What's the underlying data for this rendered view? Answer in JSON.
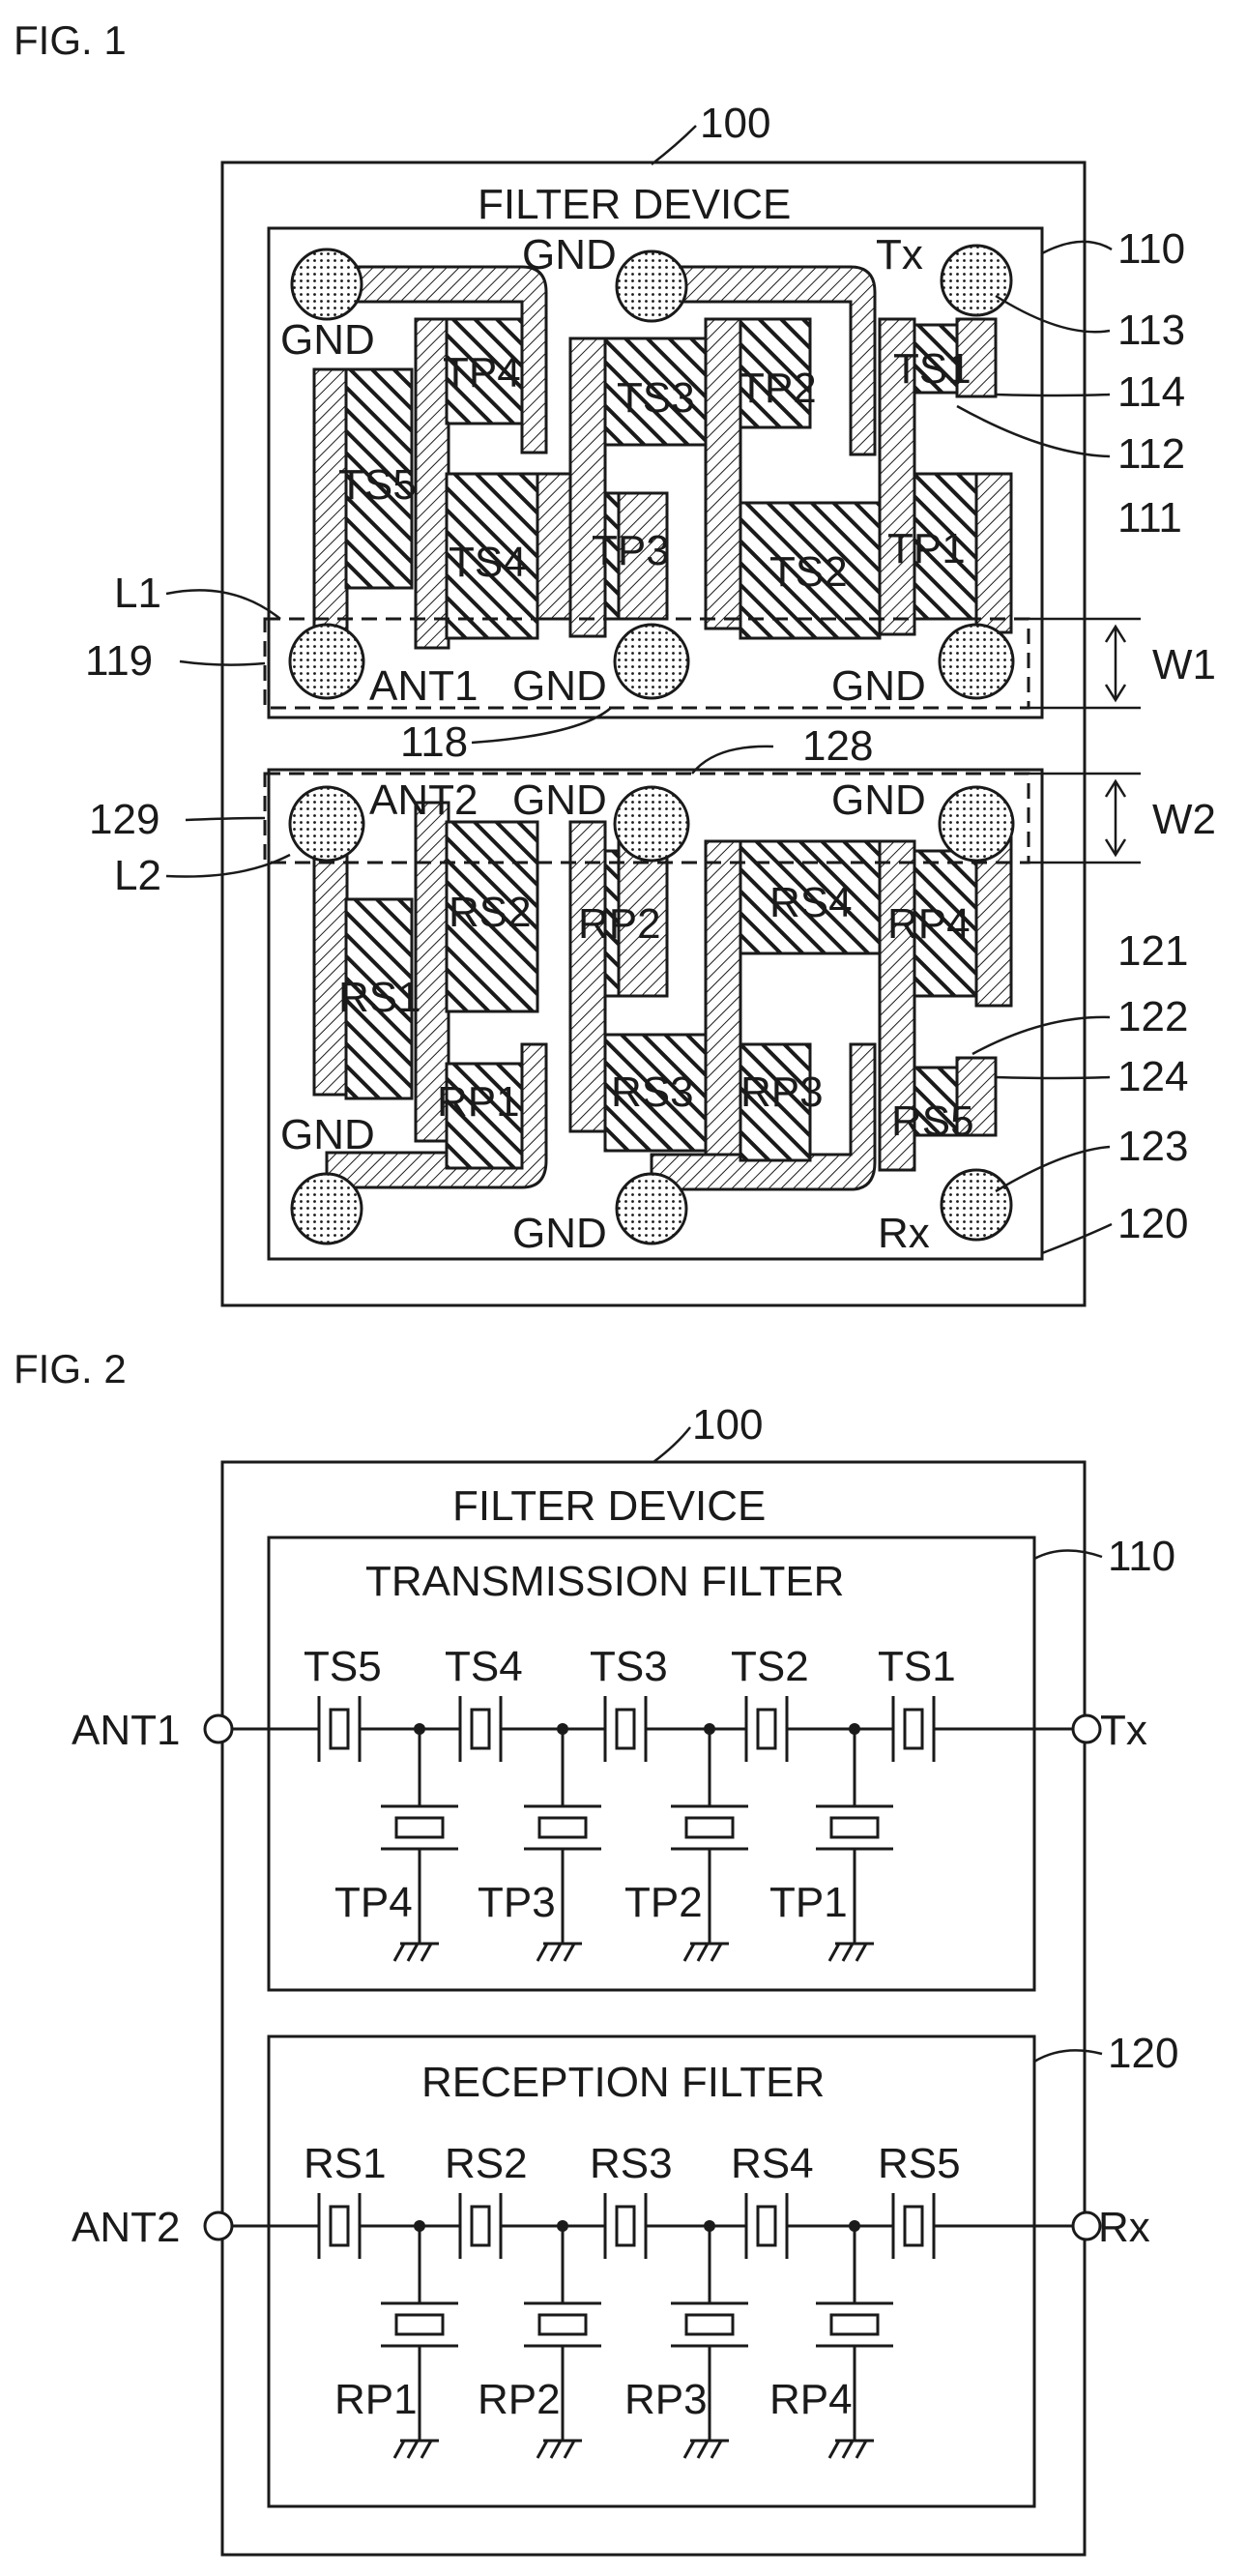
{
  "fig1": {
    "figure_label": "FIG. 1",
    "device_ref": "100",
    "device_title": "FILTER DEVICE",
    "refs": {
      "r110": "110",
      "r113": "113",
      "r114": "114",
      "r112": "112",
      "r111": "111",
      "r119": "119",
      "r118": "118",
      "r128": "128",
      "r129": "129",
      "r121": "121",
      "r122": "122",
      "r124": "124",
      "r123": "123",
      "r120": "120",
      "L1": "L1",
      "L2": "L2",
      "W1": "W1",
      "W2": "W2"
    },
    "tx_chip": {
      "gnd_top_mid": "GND",
      "tx": "Tx",
      "gnd_left": "GND",
      "ant1": "ANT1",
      "gnd_bottom_mid": "GND",
      "gnd_bottom_right": "GND",
      "resonators": {
        "TS1": "TS1",
        "TS2": "TS2",
        "TS3": "TS3",
        "TS4": "TS4",
        "TS5": "TS5",
        "TP1": "TP1",
        "TP2": "TP2",
        "TP3": "TP3",
        "TP4": "TP4"
      }
    },
    "rx_chip": {
      "ant2": "ANT2",
      "gnd_top_mid": "GND",
      "gnd_top_right": "GND",
      "gnd_left": "GND",
      "gnd_bottom_mid": "GND",
      "rx": "Rx",
      "resonators": {
        "RS1": "RS1",
        "RS2": "RS2",
        "RS3": "RS3",
        "RS4": "RS4",
        "RS5": "RS5",
        "RP1": "RP1",
        "RP2": "RP2",
        "RP3": "RP3",
        "RP4": "RP4"
      }
    }
  },
  "fig2": {
    "figure_label": "FIG. 2",
    "device_ref": "100",
    "device_title": "FILTER DEVICE",
    "tx_filter": {
      "ref": "110",
      "title": "TRANSMISSION FILTER",
      "input": "ANT1",
      "output": "Tx",
      "series": [
        "TS5",
        "TS4",
        "TS3",
        "TS2",
        "TS1"
      ],
      "parallel": [
        "TP4",
        "TP3",
        "TP2",
        "TP1"
      ]
    },
    "rx_filter": {
      "ref": "120",
      "title": "RECEPTION FILTER",
      "input": "ANT2",
      "output": "Rx",
      "series": [
        "RS1",
        "RS2",
        "RS3",
        "RS4",
        "RS5"
      ],
      "parallel": [
        "RP1",
        "RP2",
        "RP3",
        "RP4"
      ]
    }
  }
}
